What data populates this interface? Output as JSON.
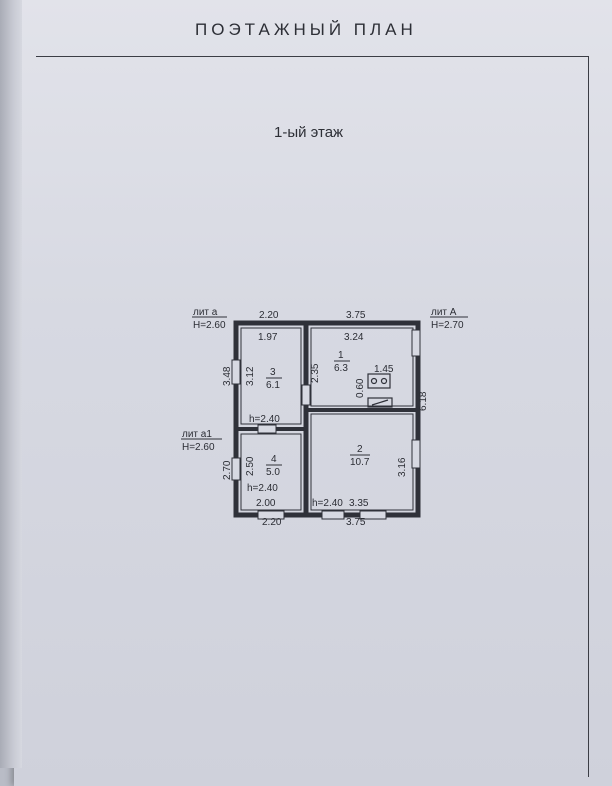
{
  "header": {
    "title": "ПОЭТАЖНЫЙ ПЛАН",
    "floor": "1-ый этаж"
  },
  "plan": {
    "lit_a": {
      "name": "лит а",
      "height": "H=2.60"
    },
    "lit_A": {
      "name": "лит А",
      "height": "H=2.70"
    },
    "lit_a1": {
      "name": "лит а1",
      "height": "H=2.60"
    },
    "dimensions": {
      "top_left": "2.20",
      "top_right": "3.75",
      "bottom_left": "2.20",
      "bottom_right": "3.75",
      "left_upper": "3.48",
      "left_lower": "2.70",
      "right": "6.18"
    },
    "rooms": [
      {
        "number": "1",
        "area": "6.3",
        "width": "3.24",
        "depth": "2.35"
      },
      {
        "number": "2",
        "area": "10.7",
        "width": "3.35",
        "depth": "3.16",
        "height": "h=2.40"
      },
      {
        "number": "3",
        "area": "6.1",
        "width": "1.97",
        "depth": "3.12",
        "height": "h=2.40"
      },
      {
        "number": "4",
        "area": "5.0",
        "width": "2.00",
        "depth": "2.50",
        "height": "h=2.40"
      }
    ],
    "stove": {
      "width": "1.45",
      "depth": "0.60"
    }
  }
}
